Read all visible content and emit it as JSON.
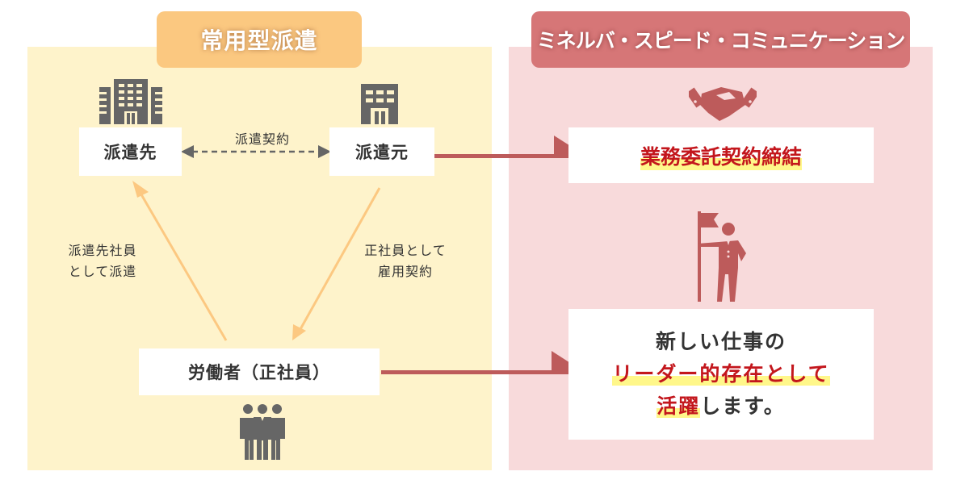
{
  "left_section": {
    "title": "常用型派遣",
    "nodes": {
      "client": "派遣先",
      "agency": "派遣元",
      "worker": "労働者（正社員）"
    },
    "edges": {
      "client_agency": "派遣契約",
      "worker_to_client_line1": "派遣先社員",
      "worker_to_client_line2": "として派遣",
      "worker_to_agency_line1": "正社員として",
      "worker_to_agency_line2": "雇用契約"
    },
    "icons": [
      "office-building-icon",
      "small-building-icon",
      "workers-group-icon"
    ]
  },
  "right_section": {
    "title": "ミネルバ・スピード・コミュニケーション",
    "contract_box": "業務委託契約締結",
    "leader_box": {
      "line1": "新しい仕事の",
      "line2_highlight": "リーダー的存在として",
      "line3_highlight": "活躍",
      "line3_rest": "します。"
    },
    "icons": [
      "handshake-icon",
      "leader-flag-icon"
    ]
  },
  "colors": {
    "left_bg": "#FEF3CB",
    "left_header": "#FBC880",
    "right_bg": "#F8DADB",
    "right_header": "#D67677",
    "accent_red": "#C3161C",
    "arrow_orange": "#FCC881",
    "arrow_red": "#BD5B5B",
    "icon_gray": "#666666",
    "highlight_yellow": "#FFF78A"
  }
}
